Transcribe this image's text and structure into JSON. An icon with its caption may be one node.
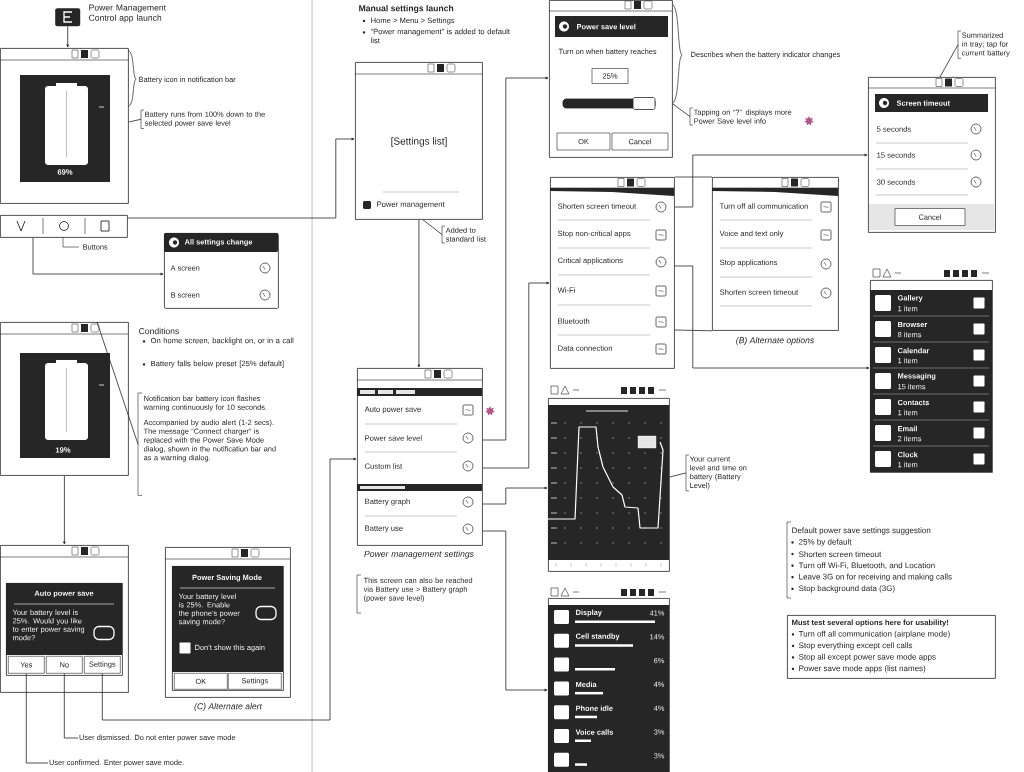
{
  "diagram": {
    "nodes": [
      {
        "text": [],
        "shape": "picture",
        "beside": [
          "Power Management Control app launch"
        ]
      },
      {
        "text": [
          "69%"
        ]
      },
      {
        "text": [
          "Battery runs from 100% down to the selected power save level"
        ]
      },
      {
        "text": [],
        "shape": "bar",
        "beside": [
          "Buttons"
        ]
      },
      {
        "text": [
          "All settings change",
          "A screen",
          "B screen"
        ]
      },
      {
        "text": [
          "19%"
        ]
      },
      {
        "text": [
          "Notification bar battery icon flashes warning continuously for 10 seconds.",
          "Accompanied by audio alert (1-2 secs). The message “Connect charger” is replaced with the Power Save Mode dialog, shown in the notification bar and as a warning dialog."
        ]
      },
      {
        "text": [],
        "shape": "box"
      },
      {
        "text": [
          "Auto power save",
          "Your battery level is 25%. Would you like to enter power saving mode?"
        ],
        "in": 7
      },
      {
        "text": [
          "Yes"
        ],
        "in": 8
      },
      {
        "text": [
          "No"
        ],
        "in": 8
      },
      {
        "text": [
          "Settings"
        ],
        "in": 8
      },
      {
        "text": [
          "(C) Alternate alert"
        ]
      },
      {
        "text": [
          "Power Saving Mode",
          "Your battery level is 25%. Enable the phone’s power saving mode?",
          "Don’t show this again"
        ],
        "in": 12
      },
      {
        "text": [
          "OK"
        ],
        "in": 13
      },
      {
        "text": [
          "Settings"
        ],
        "in": 13
      },
      {
        "text": [
          "User dismissed. Do not enter power save mode"
        ]
      },
      {
        "text": [
          "User confirmed. Enter power save mode."
        ]
      },
      {
        "text": [
          "[Settings list]",
          "Power management"
        ]
      },
      {
        "text": [
          "Added to standard list"
        ]
      },
      {
        "text": [
          "Auto power save",
          "Power save level",
          "Custom list",
          "Battery graph",
          "Battery use",
          "Power management settings"
        ]
      },
      {
        "text": [
          "Power save level",
          "Turn on when battery reaches",
          "25%",
          "OK",
          "Cancel"
        ]
      },
      {
        "text": [
          "Tapping on “?” displays more Power Save level info"
        ]
      },
      {
        "text": [
          "Shorten screen timeout",
          "Stop non-critical apps",
          "Critical applications",
          "Wi-Fi",
          "Bluetooth",
          "Data connection"
        ]
      },
      {
        "text": [
          "Turn off all communication",
          "Voice and text only",
          "Stop applications",
          "Shorten screen timeout",
          "(B) Alternate options"
        ]
      },
      {
        "text": [
          "Screen timeout",
          "5 seconds",
          "15 seconds",
          "30 seconds",
          "Cancel"
        ]
      },
      {
        "text": [
          "Summarized in tray; tap for current battery"
        ]
      },
      {
        "text": [
          "Gallery",
          "1 item",
          "Browser",
          "8 items",
          "Calendar",
          "1 item",
          "Messaging",
          "15 items",
          "Contacts",
          "1 item",
          "Email",
          "2 items",
          "Clock",
          "1 item"
        ]
      },
      {
        "text": [],
        "shape": "box"
      },
      {
        "text": [
          "Your current level and time on battery (Battery Level)"
        ]
      },
      {
        "text": [
          "Display",
          "41%",
          "Cell standby",
          "14%",
          "6%",
          "Media",
          "4%",
          "Phone idle",
          "4%",
          "Voice calls",
          "3%",
          "3%"
        ]
      },
      {
        "text": [
          "Must test several options here for usability!",
          "Turn off all communication (airplane mode)",
          "Stop everything except cell calls",
          "Stop all except power save mode apps",
          "Power save mode apps (list names)"
        ]
      }
    ],
    "edges": [
      {
        "from": 0,
        "to": 1,
        "arrow": "to"
      },
      {
        "from": 1,
        "to": 2,
        "arrow": "none"
      },
      {
        "from": 3,
        "to": 18,
        "arrow": "to"
      },
      {
        "from": 3,
        "to": 4,
        "arrow": "to"
      },
      {
        "from": 5,
        "to": 6,
        "arrow": "none"
      },
      {
        "from": 5,
        "to": 7,
        "arrow": "to"
      },
      {
        "from": 9,
        "to": 17,
        "arrow": "none"
      },
      {
        "from": 10,
        "to": 16,
        "arrow": "none"
      },
      {
        "from": 11,
        "to": 20,
        "arrow": "to"
      },
      {
        "from": 18,
        "to": 19,
        "arrow": "none"
      },
      {
        "from": 18,
        "to": 20,
        "arrow": "to"
      },
      {
        "from": 20,
        "to": 21,
        "arrow": "to"
      },
      {
        "from": 20,
        "to": 23,
        "arrow": "to"
      },
      {
        "from": 20,
        "to": 28,
        "arrow": "to"
      },
      {
        "from": 20,
        "to": 30,
        "arrow": "to"
      },
      {
        "from": 21,
        "to": 22,
        "arrow": "none"
      },
      {
        "from": 23,
        "to": 25,
        "arrow": "to"
      },
      {
        "from": 23,
        "to": 27,
        "arrow": "to"
      },
      {
        "from": 23,
        "to": 24,
        "arrow": "none"
      },
      {
        "from": 23,
        "to": 24,
        "arrow": "none"
      },
      {
        "from": 26,
        "to": 25,
        "arrow": "none"
      },
      {
        "from": 28,
        "to": 29,
        "arrow": "none"
      }
    ],
    "labels": [
      "Battery icon in notification bar",
      "Conditions",
      "On home screen, backlight on, or in a call",
      "Battery falls below preset [25% default]",
      "Manual settings launch",
      "Home > Menu > Settings",
      "“Power management” is added to default list",
      "This screen can also be reached via Battery use > Battery graph (power save level)",
      "Describes when the battery indicator changes",
      "Default power save settings suggestion",
      "25% by default",
      "Shorten screen timeout",
      "Turn off Wi-Fi, Bluetooth, and Location",
      "Leave 3G on for receiving and making calls",
      "Stop background data (3G)"
    ]
  }
}
